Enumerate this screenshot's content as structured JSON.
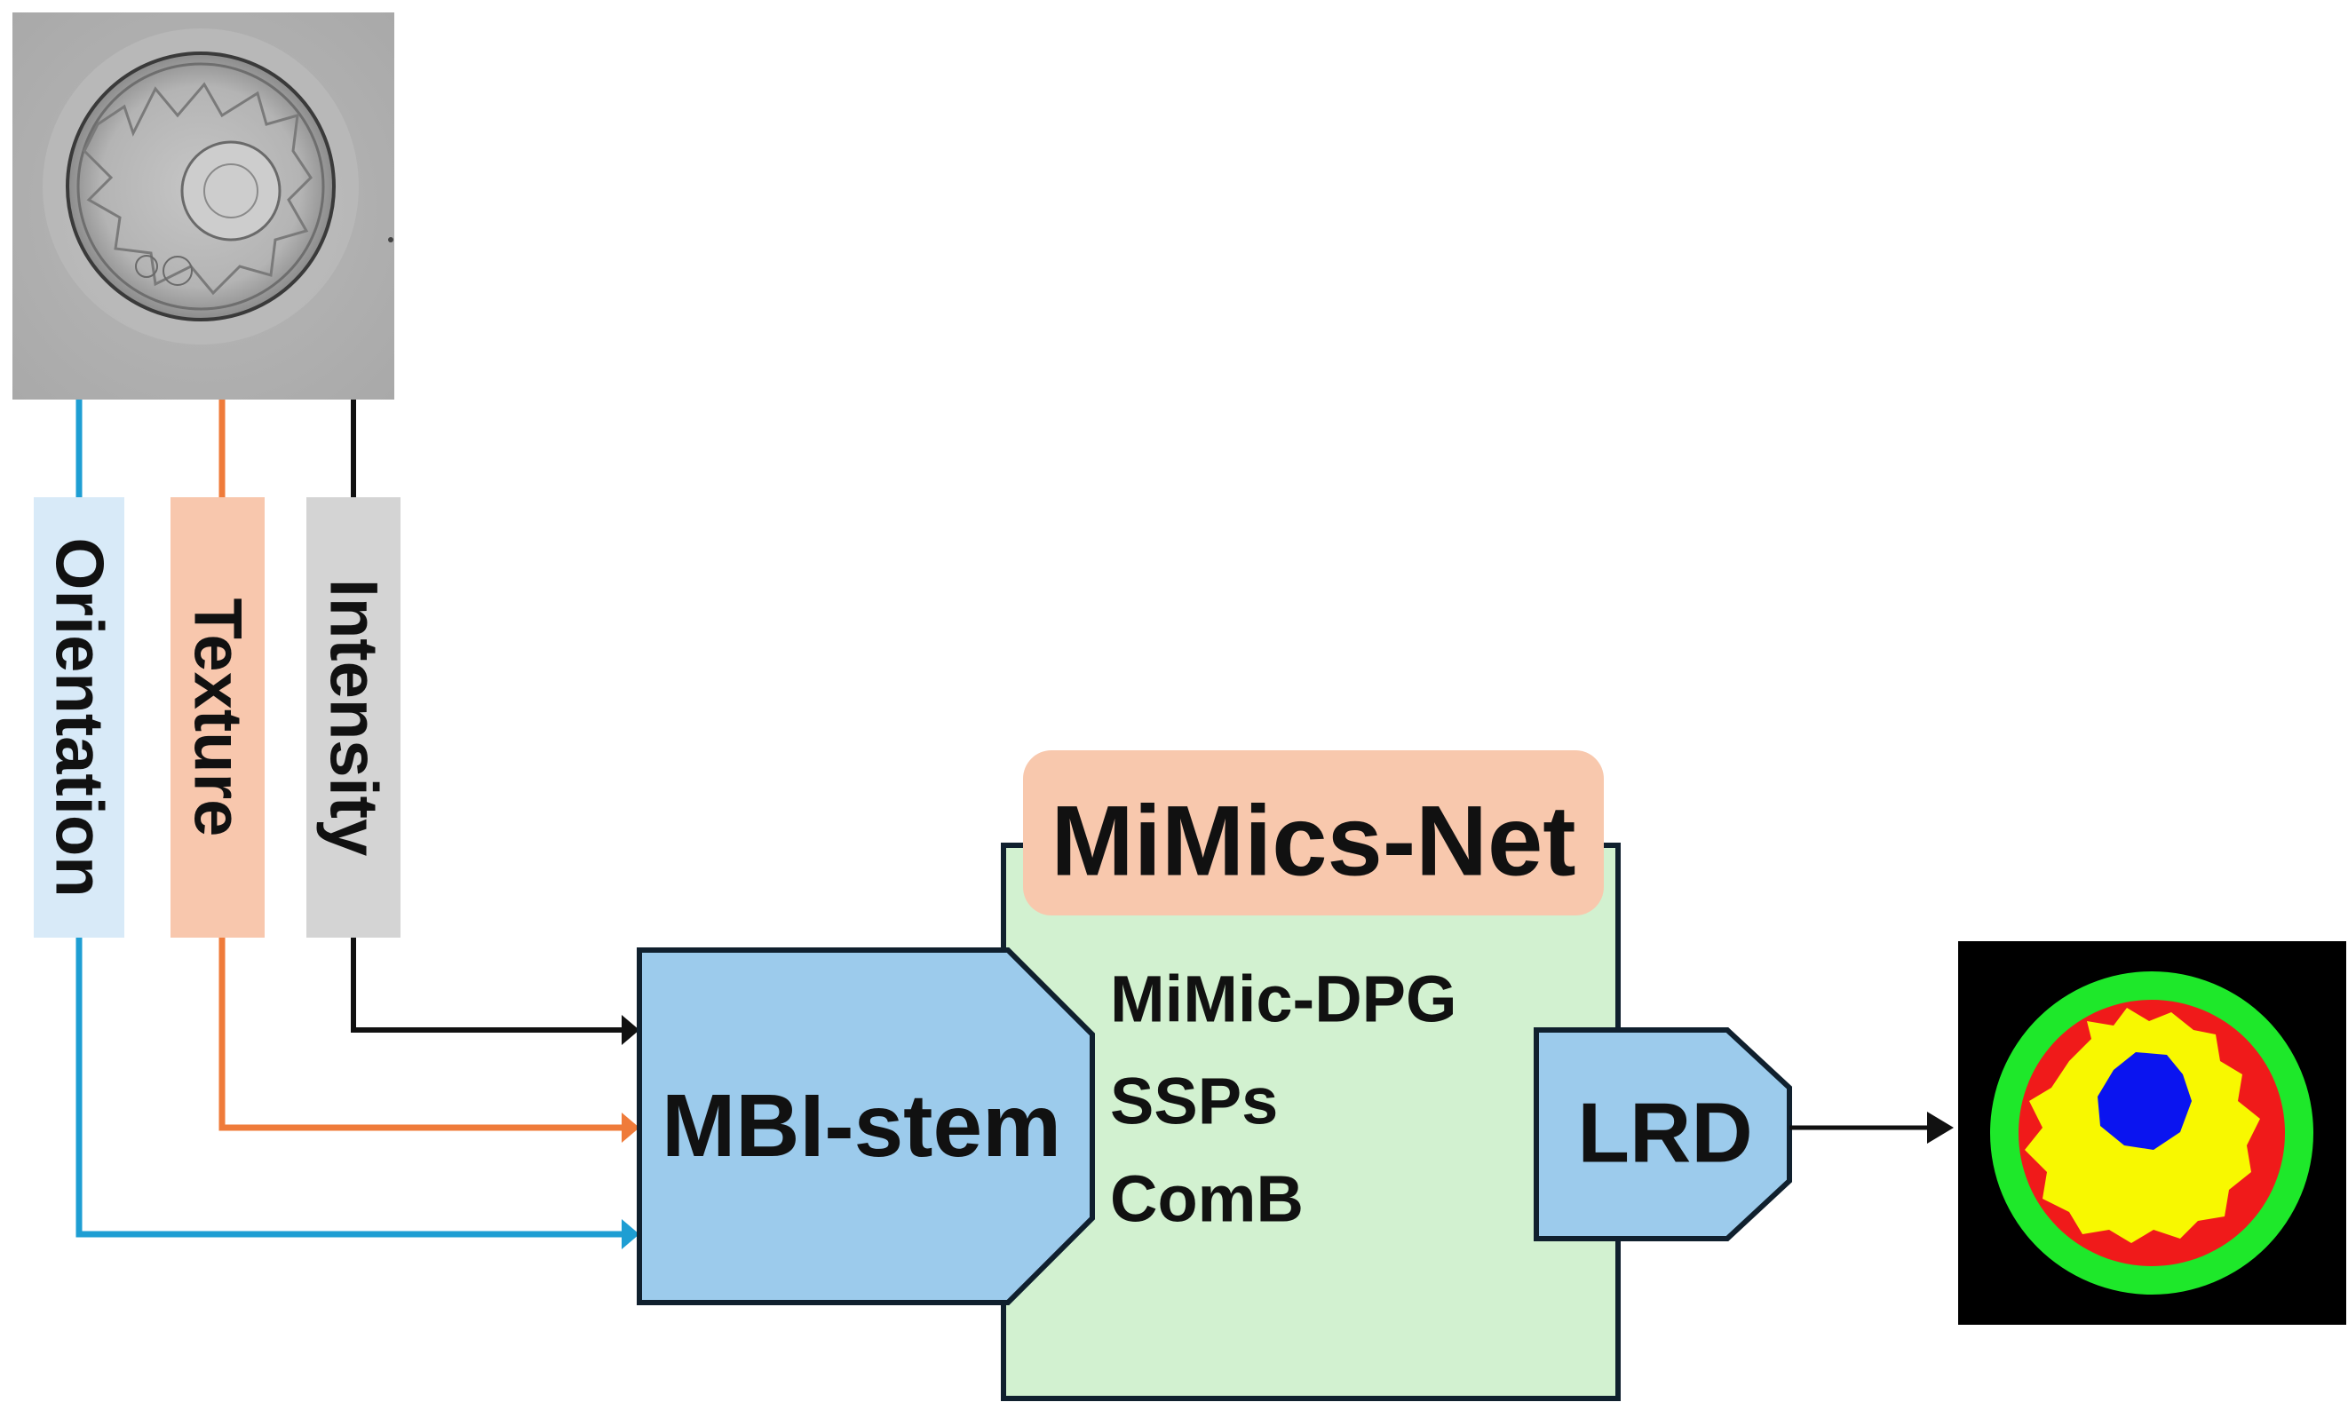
{
  "colors": {
    "background": "#ffffff",
    "outline": "#10202e",
    "blue_box": "#9ccbec",
    "mimics_body": "#d2f1d0",
    "mimics_title_bg": "#f8c8ad",
    "orientation_bg": "#d8eaf8",
    "texture_bg": "#f8c7ad",
    "intensity_bg": "#d4d4d4",
    "orientation_line": "#1e9ed3",
    "texture_line": "#ef7b3a",
    "intensity_line": "#111111",
    "seg_green": "#1ee82a",
    "seg_red": "#f01a1a",
    "seg_yellow": "#f8f800",
    "seg_blue": "#0a14f0"
  },
  "features": {
    "orientation": "Orientation",
    "texture": "Texture",
    "intensity": "Intensity"
  },
  "network": {
    "title": "MiMics-Net",
    "modules": [
      "MiMic-DPG",
      "SSPs",
      "ComB"
    ]
  },
  "stem": {
    "label": "MBI-stem"
  },
  "decoder": {
    "label": "LRD"
  },
  "images": {
    "input": "embryo-microscopy-image",
    "output": "segmentation-mask"
  }
}
